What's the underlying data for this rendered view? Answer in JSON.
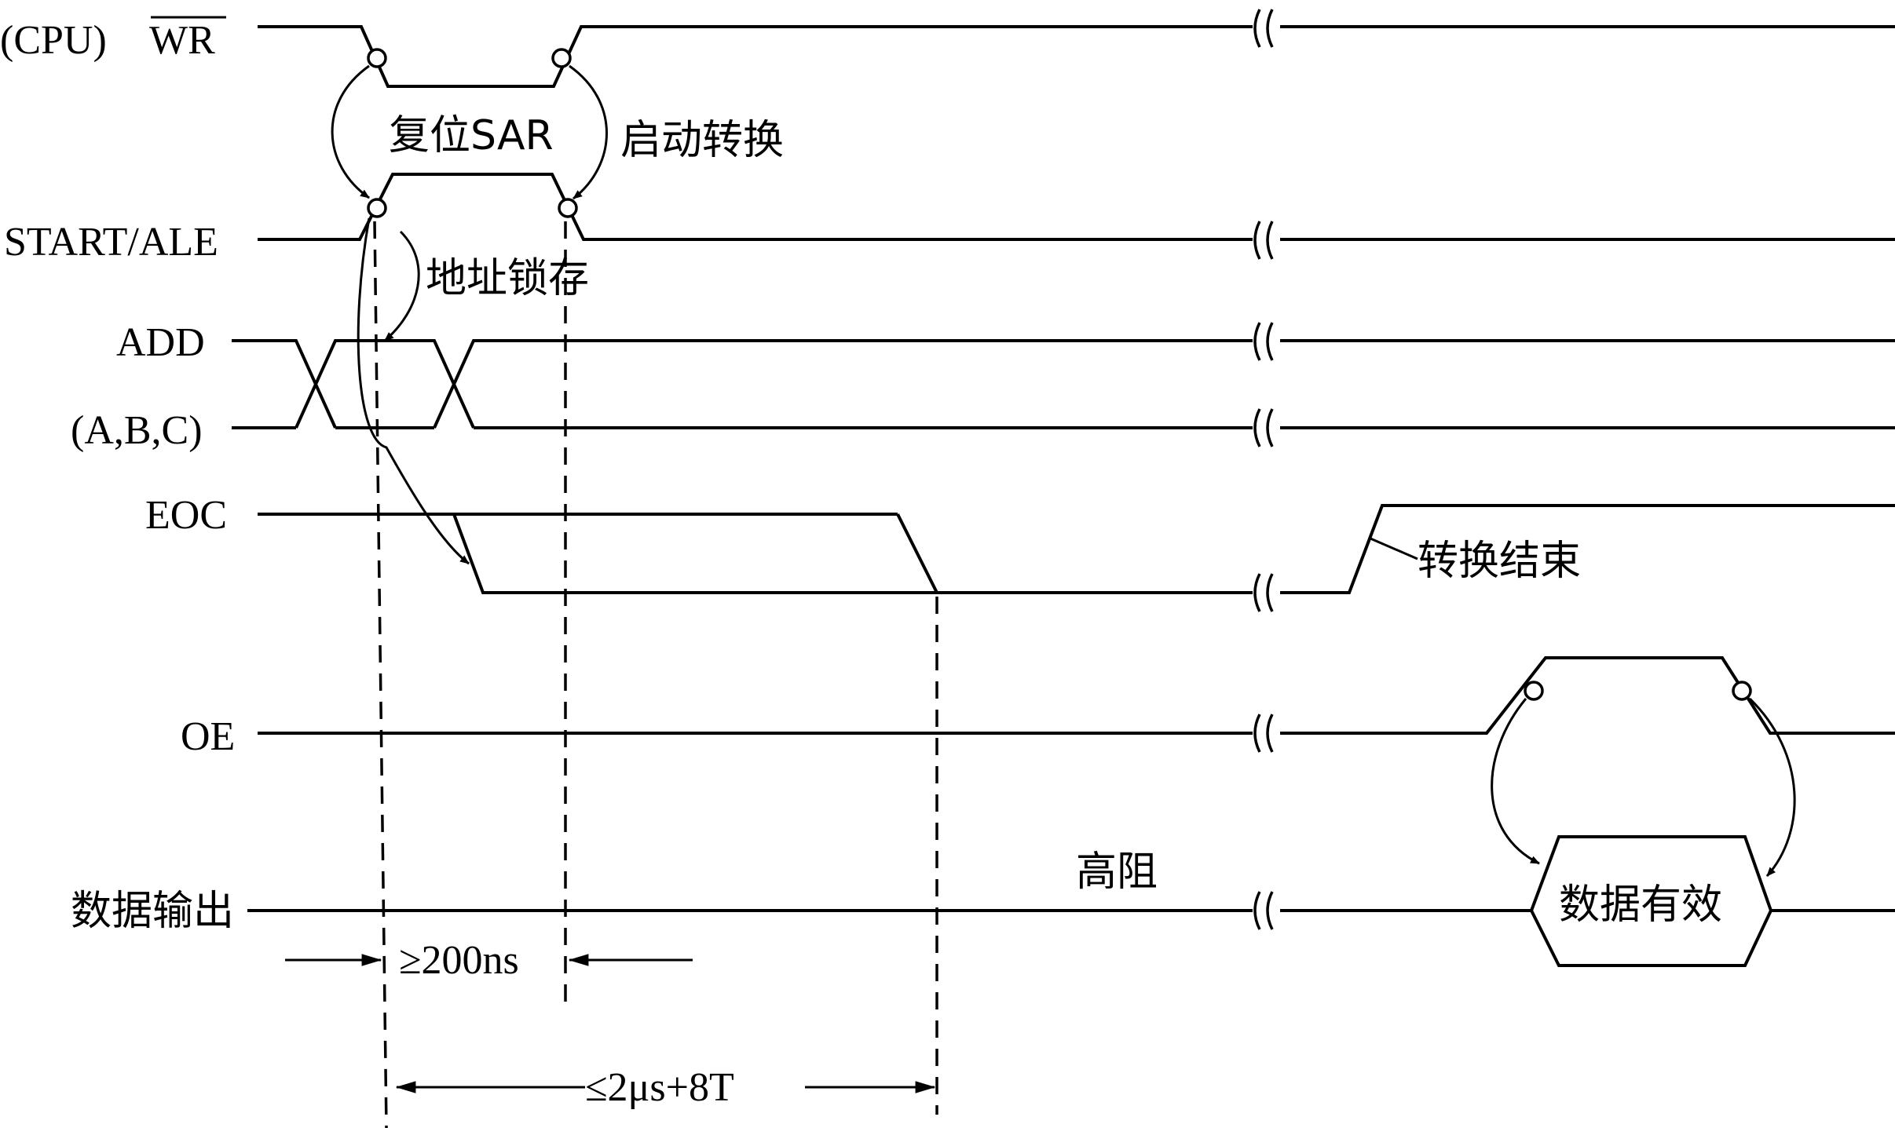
{
  "signals": {
    "wr_prefix": "(CPU)",
    "wr": "WR",
    "start_ale": "START/ALE",
    "add": "ADD",
    "abc": "(A,B,C)",
    "eoc": "EOC",
    "oe": "OE",
    "data_out": "数据输出"
  },
  "annotations": {
    "reset_sar": "复位SAR",
    "start_conversion": "启动转换",
    "address_latch": "地址锁存",
    "conversion_end": "转换结束",
    "high_z": "高阻",
    "data_valid": "数据有效"
  },
  "timing": {
    "min_pulse": "≥200ns",
    "max_delay": "≤2μs+8T"
  }
}
